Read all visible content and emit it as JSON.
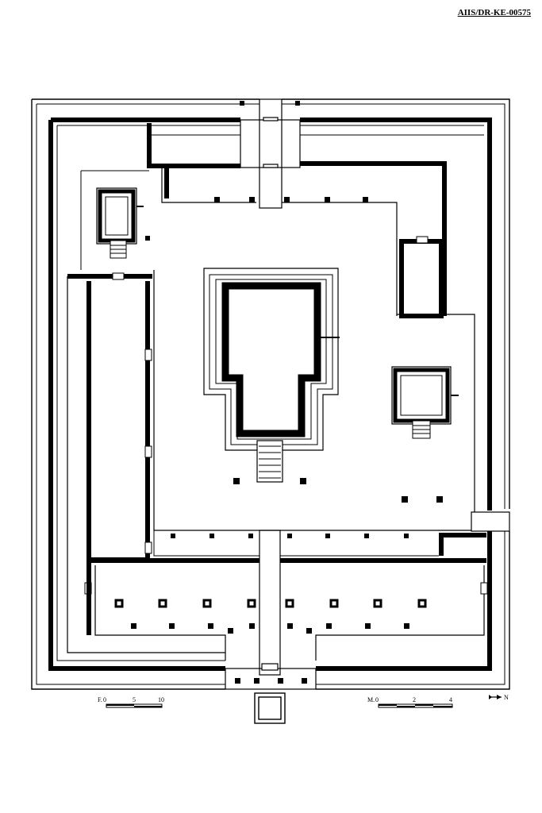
{
  "reference_code": "AIIS/DR-KE-00575",
  "scale_feet": {
    "prefix": "F.",
    "ticks": [
      "0",
      "5",
      "10"
    ]
  },
  "scale_metres": {
    "prefix": "M.",
    "ticks": [
      "0",
      "2",
      "4"
    ]
  },
  "north_arrow": {
    "label": "N"
  }
}
